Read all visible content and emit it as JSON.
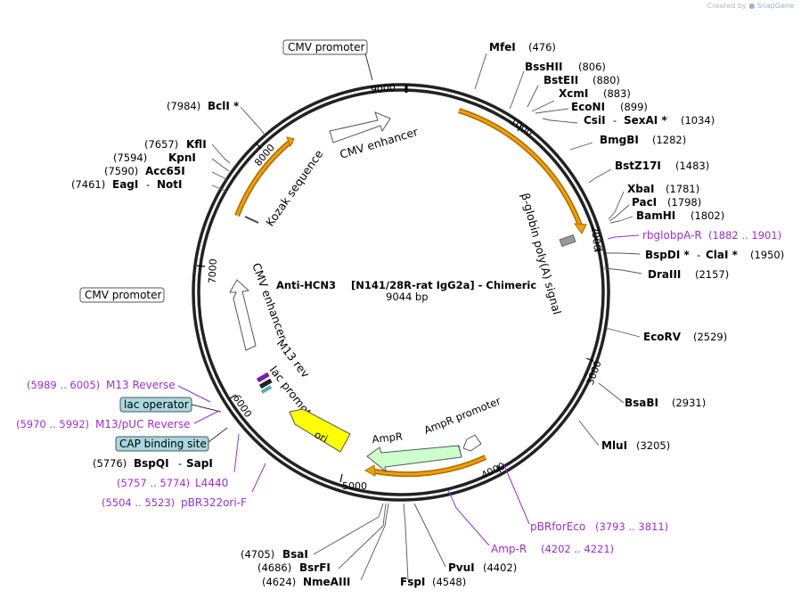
{
  "watermark": {
    "prefix": "Created by",
    "brand": "SnapGene"
  },
  "title": {
    "name": "Anti-HCN3",
    "construct": "[N141/28R-rat IgG2a] - Chimeric",
    "length": "9044 bp"
  },
  "ticks": [
    "1000",
    "2000",
    "3000",
    "4000",
    "5000",
    "6000",
    "7000",
    "8000",
    "9000"
  ],
  "features": {
    "cmv_enhancer_top": "CMV enhancer",
    "kozak": "Kozak sequence",
    "globin_polya": "β-globin poly(A) signal",
    "cmv_enhancer_left": "CMV enhancer",
    "m13_rev": "M13 rev",
    "lac_promoter": "lac promoter",
    "ori": "ori",
    "ampr": "AmpR",
    "ampr_promoter": "AmpR promoter"
  },
  "callouts": {
    "cmv_promoter_top": "CMV promoter",
    "cmv_promoter_left": "CMV promoter",
    "lac_operator": "lac operator",
    "cap_site": "CAP binding site"
  },
  "sites": {
    "mfei": {
      "name": "MfeI",
      "pos": "(476)"
    },
    "bsshii": {
      "name": "BssHII",
      "pos": "(806)"
    },
    "bsteii": {
      "name": "BstEII",
      "pos": "(880)"
    },
    "xcmi": {
      "name": "XcmI",
      "pos": "(883)"
    },
    "econi": {
      "name": "EcoNI",
      "pos": "(899)"
    },
    "csii_name": "CsiI",
    "sexai_name": "SexAI *",
    "csii_pos": "(1034)",
    "bmgbi": {
      "name": "BmgBI",
      "pos": "(1282)"
    },
    "bstz17i": {
      "name": "BstZ17I",
      "pos": "(1483)"
    },
    "xbai": {
      "name": "XbaI",
      "pos": "(1781)"
    },
    "paci": {
      "name": "PacI",
      "pos": "(1798)"
    },
    "bamhi": {
      "name": "BamHI",
      "pos": "(1802)"
    },
    "bspdi_name": "BspDI *",
    "clai_name": "ClaI *",
    "bspdi_pos": "(1950)",
    "draiii": {
      "name": "DraIII",
      "pos": "(2157)"
    },
    "ecorv": {
      "name": "EcoRV",
      "pos": "(2529)"
    },
    "bsabi": {
      "name": "BsaBI",
      "pos": "(2931)"
    },
    "mlui": {
      "name": "MluI",
      "pos": "(3205)"
    },
    "pvui": {
      "name": "PvuI",
      "pos": "(4402)"
    },
    "fspi": {
      "name": "FspI",
      "pos": "(4548)"
    },
    "nmeaiii": {
      "name": "NmeAIII",
      "pos": "(4624)"
    },
    "bsrfi": {
      "name": "BsrFI",
      "pos": "(4686)"
    },
    "bsai": {
      "name": "BsaI",
      "pos": "(4705)"
    },
    "bspqi_name": "BspQI",
    "sapi_name": "SapI",
    "bspqi_pos": "(5776)",
    "eagi_name": "EagI",
    "noti_name": "NotI",
    "eagi_pos": "(7461)",
    "acc65i": {
      "name": "Acc65I",
      "pos": "(7590)"
    },
    "kpni": {
      "name": "KpnI",
      "pos": "(7594)"
    },
    "kfli": {
      "name": "KflI",
      "pos": "(7657)"
    },
    "bcli": {
      "name": "BclI *",
      "pos": "(7984)"
    }
  },
  "primers": {
    "rbglobpa": {
      "name": "rbglobpA-R",
      "pos": "(1882 .. 1901)"
    },
    "pbrforeco": {
      "name": "pBRforEco",
      "pos": "(3793 .. 3811)"
    },
    "ampr": {
      "name": "Amp-R",
      "pos": "(4202 .. 4221)"
    },
    "pbr322ori": {
      "name": "pBR322ori-F",
      "pos": "(5504 .. 5523)"
    },
    "l4440": {
      "name": "L4440",
      "pos": "(5757 .. 5774)"
    },
    "m13puc": {
      "name": "M13/pUC Reverse",
      "pos": "(5970 .. 5992)"
    },
    "m13rev": {
      "name": "M13 Reverse",
      "pos": "(5989 .. 6005)"
    }
  },
  "colors": {
    "backbone": "#222222",
    "orange_arrow": "#f0a000",
    "orange_outline": "#a86a00",
    "ori": "#ffff00",
    "ampr": "#ccffcc",
    "primer": "#9b30c8",
    "callout_box": "#a8d8e0"
  }
}
